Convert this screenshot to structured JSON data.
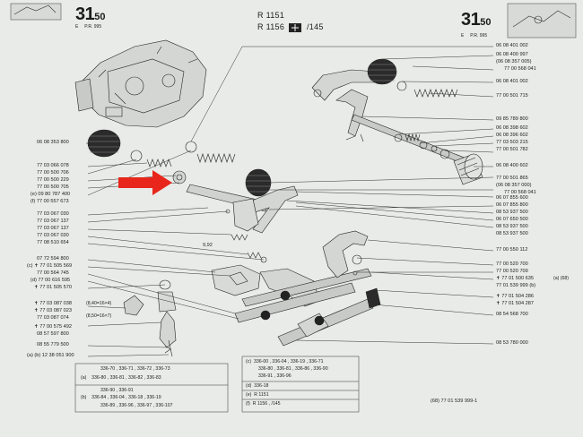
{
  "header": {
    "left_code": "31.50",
    "left_code_main": "31",
    "left_code_sup": "50",
    "left_sub_e": "E",
    "left_sub_pr": "P.R. 995",
    "right_code": "31.50",
    "right_code_main": "31",
    "right_code_sup": "50",
    "right_sub_e": "E",
    "right_sub_pr": "P.R. 995",
    "model_line1": "R 1151",
    "model_line2": "R 1156",
    "model_page": "/145"
  },
  "left_labels": [
    "06 08 353 800",
    "77 03 066 078",
    "77 00 500 706",
    "77 00 500 229",
    "77 00 500 705",
    "(e) 09 80 787 400",
    "(f) 77 00 557 673",
    "77 03 067 030",
    "77 03 067 137",
    "77 03 067 137",
    "77 03 067 030",
    "77 08 510 654",
    "07 72 594 800",
    "(c) ✝ 77 01 505 569",
    "77 00 564 745",
    "(d) 77 00 616 595",
    "✝ 77 01 505 570",
    "✝ 77 03 087 038",
    "(8,40=16×4)",
    "✝ 77 03 087 023",
    "(8,50=16×7)",
    "77 03 087 074",
    "✝ 77 00 575 492",
    "08 57 597 800",
    "08 55 779 500",
    "(a) (b) 12 38 051 900"
  ],
  "right_labels": [
    "06 08 401 002",
    "06 08 400 997",
    "(06 08 357 005)",
    "77 00 568 041",
    "06 08 401 002",
    "77 00 501 715",
    "09 85 789 800",
    "06 08 398 602",
    "06 08 396 602",
    "77 03 503 215",
    "77 00 501 782",
    "06 08 400 602",
    "77 00 501 865",
    "(06 08 357 000)",
    "77 00 568 041",
    "06 07 855 600",
    "06 07 855 800",
    "08 53 937 500",
    "06 07 650 500",
    "08 53 937 500",
    "08 53 937 500",
    "77 00 550 112",
    "77 00 520 700",
    "77 00 520 709",
    "✝ 77 01 500 635",
    "(a) (68)",
    "77 01 539 999 (b)",
    "✝ 77 01 504 286",
    "✝ 77 01 504 287",
    "08 54 568 700",
    "08 53 780 000"
  ],
  "inline_labels": {
    "pin_size": "9,92"
  },
  "table_left": {
    "rows": [
      {
        "tag": "",
        "text": "336-70 , 336-71 , 336-72 , 336-73"
      },
      {
        "tag": "(a)",
        "text": "336-80 , 336-81 , 336-82 , 336-83"
      },
      {
        "tag": "",
        "text": "336-90 , 336-91"
      },
      {
        "tag": "(b)",
        "text": "336-84 , 336-04 , 336-18 , 336-19"
      },
      {
        "tag": "",
        "text": "336-89 , 336-96 , 336-97 , 336-107"
      }
    ]
  },
  "table_right": {
    "rows": [
      {
        "tag": "(c)",
        "text": "336-00 , 336-04 , 336-19 , 336-71"
      },
      {
        "tag": "",
        "text": "336-80 , 336-81 , 336-86 , 336-90"
      },
      {
        "tag": "",
        "text": "336-91 , 336-96"
      },
      {
        "tag": "(d)",
        "text": "336-18"
      },
      {
        "tag": "(e)",
        "text": "R 1151"
      },
      {
        "tag": "(f)",
        "text": "R 1156 ,  /145"
      }
    ]
  },
  "footer_ref": "(68)  77 01 539 999-1",
  "colors": {
    "paper": "#e9ebe8",
    "ink": "#1c1c1c",
    "arrow": "#e8261c",
    "background": "#3a3d40"
  }
}
